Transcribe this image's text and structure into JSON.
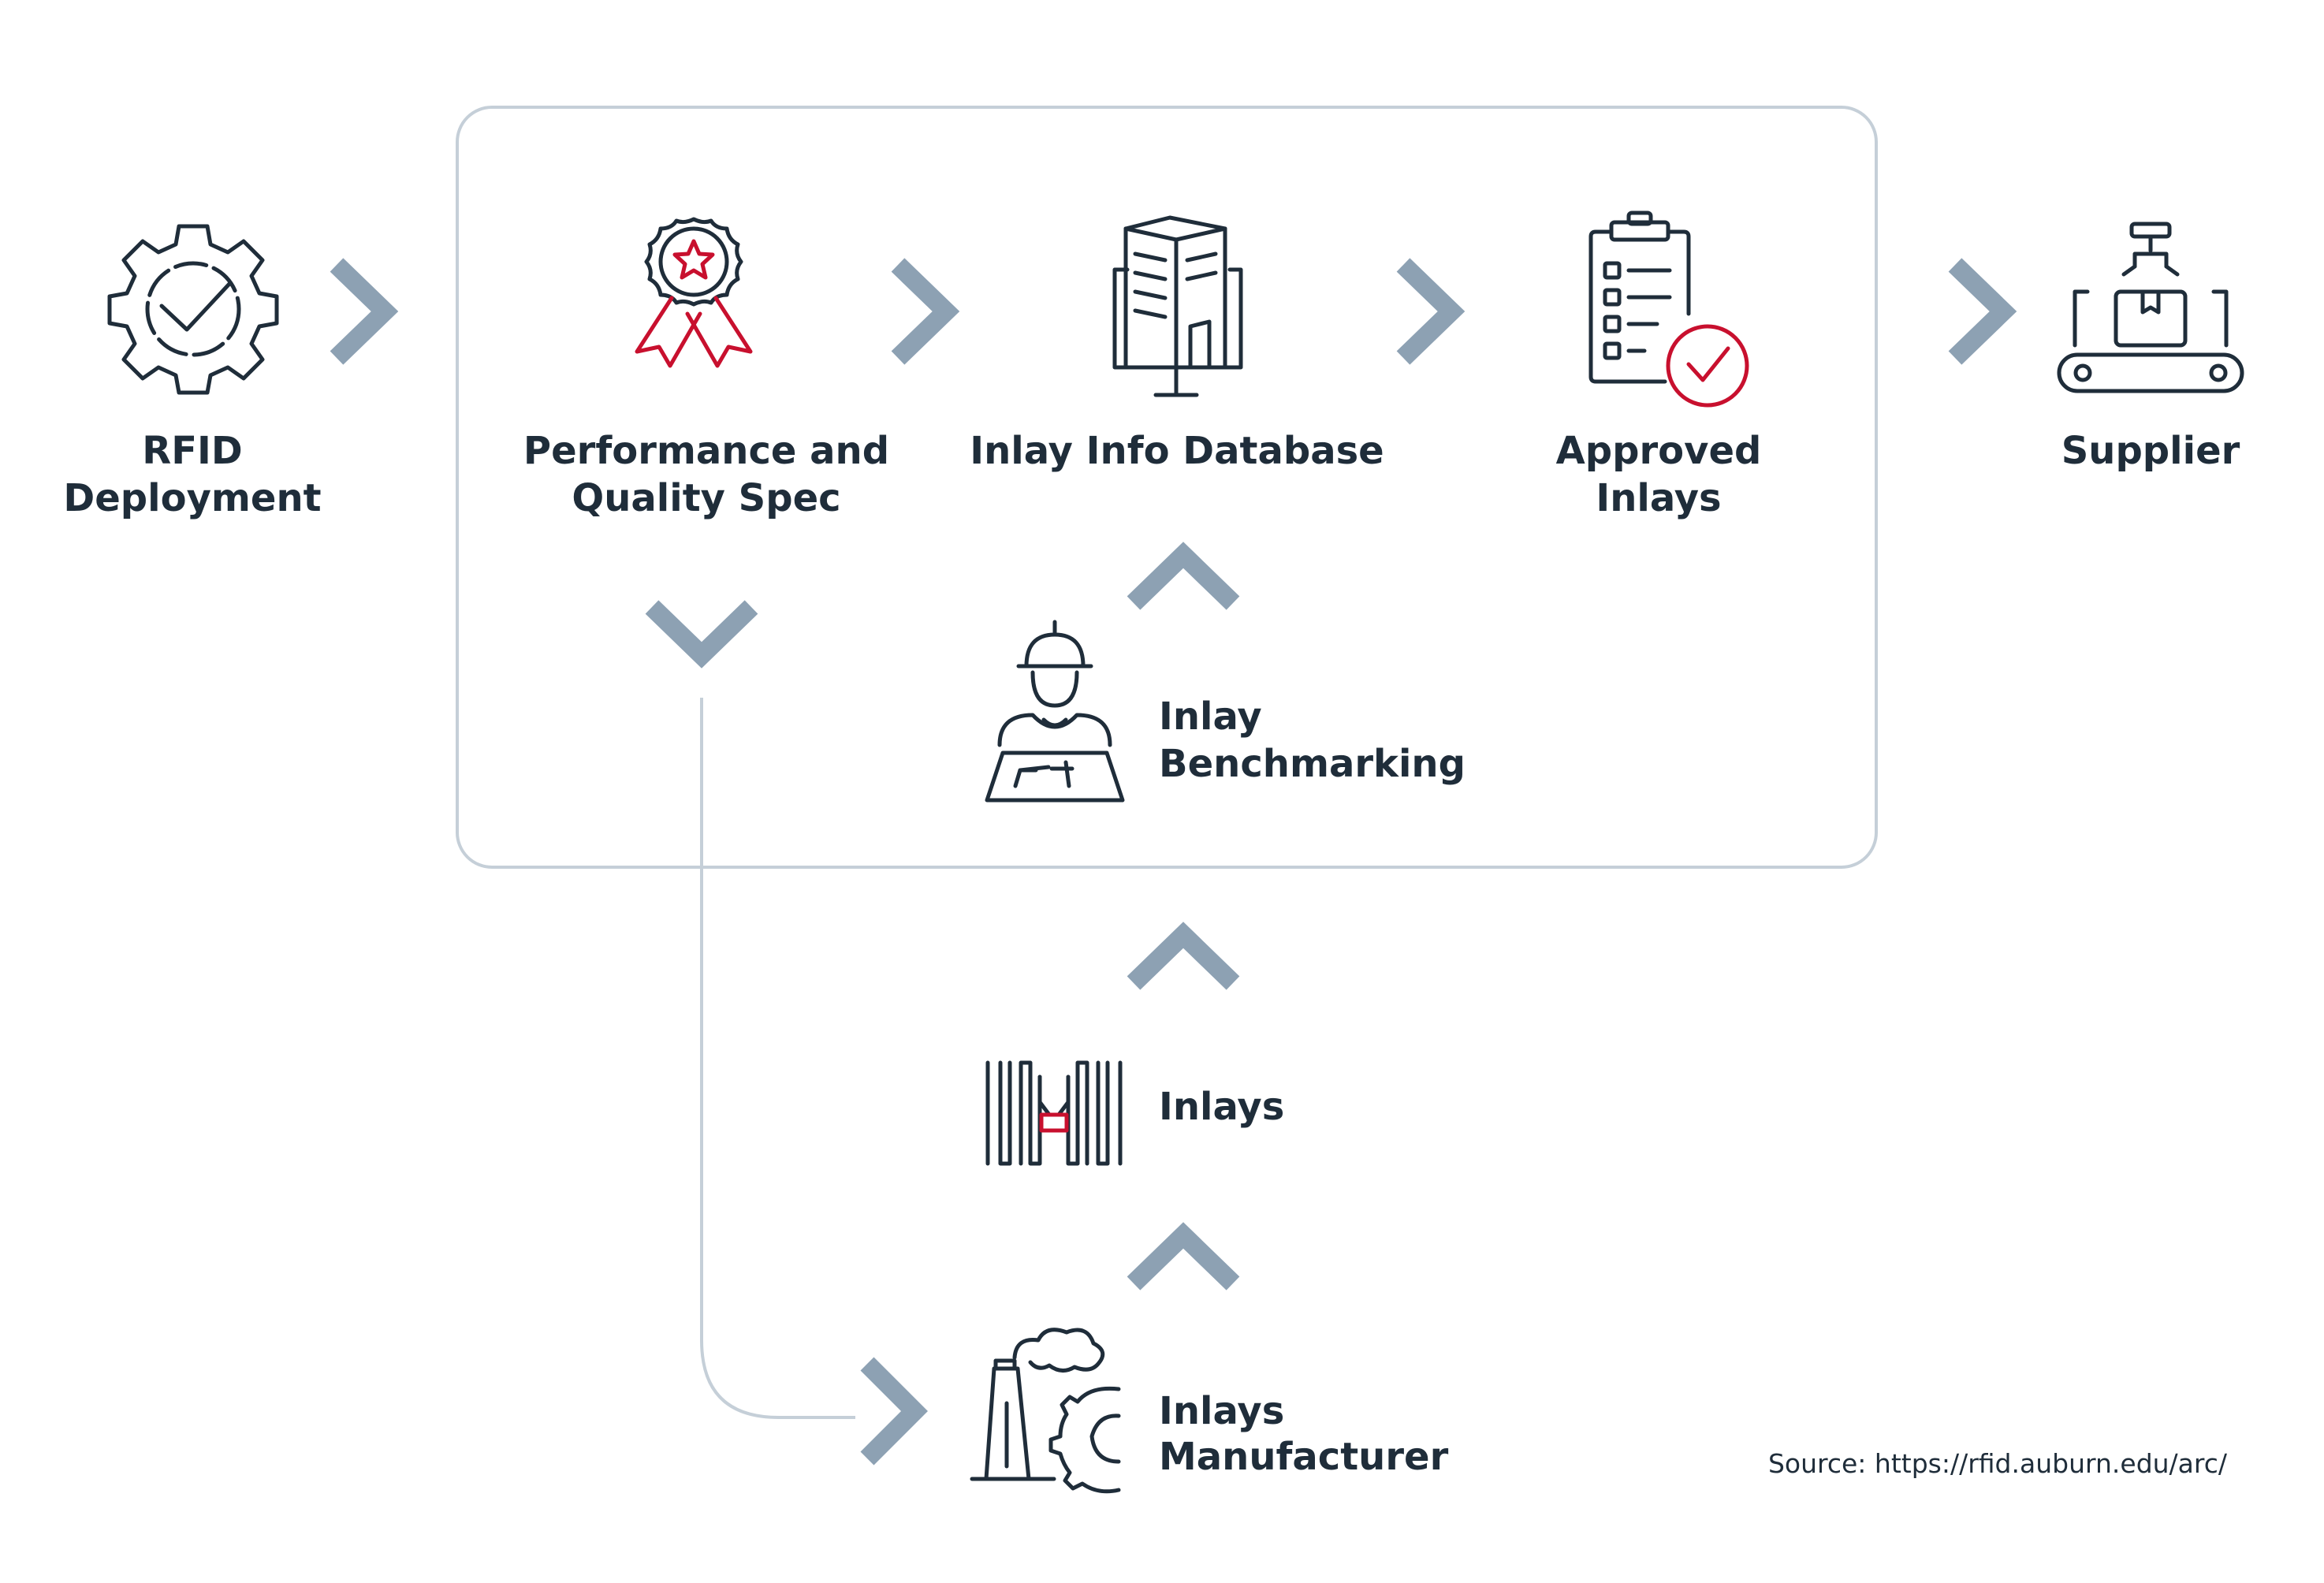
{
  "nodes": {
    "rfid_deployment": {
      "line1": "RFID",
      "line2": "Deployment"
    },
    "performance_spec": {
      "line1": "Performance and",
      "line2": "Quality Spec"
    },
    "inlay_info_database": {
      "line1": "Inlay Info Database"
    },
    "approved_inlays": {
      "line1": "Approved",
      "line2": "Inlays"
    },
    "supplier": {
      "line1": "Supplier"
    },
    "inlay_benchmarking": {
      "line1": "Inlay",
      "line2": "Benchmarking"
    },
    "inlays": {
      "line1": "Inlays"
    },
    "inlays_manufacturer": {
      "line1": "Inlays",
      "line2": "Manufacturer"
    }
  },
  "source": "Source: https://rfid.auburn.edu/arc/",
  "icons": {
    "rfid_deployment": "gear-check-icon",
    "performance_spec": "award-ribbon-star-icon",
    "inlay_info_database": "building-monitor-icon",
    "approved_inlays": "clipboard-check-icon",
    "supplier": "conveyor-robot-arm-icon",
    "inlay_benchmarking": "engineer-blueprint-icon",
    "inlays": "rfid-inlay-antenna-icon",
    "inlays_manufacturer": "factory-gear-icon"
  },
  "colors": {
    "text": "#1f2d3a",
    "accent": "#c8102e",
    "arrow": "#8da1b3",
    "frame": "#c5cfd8"
  }
}
